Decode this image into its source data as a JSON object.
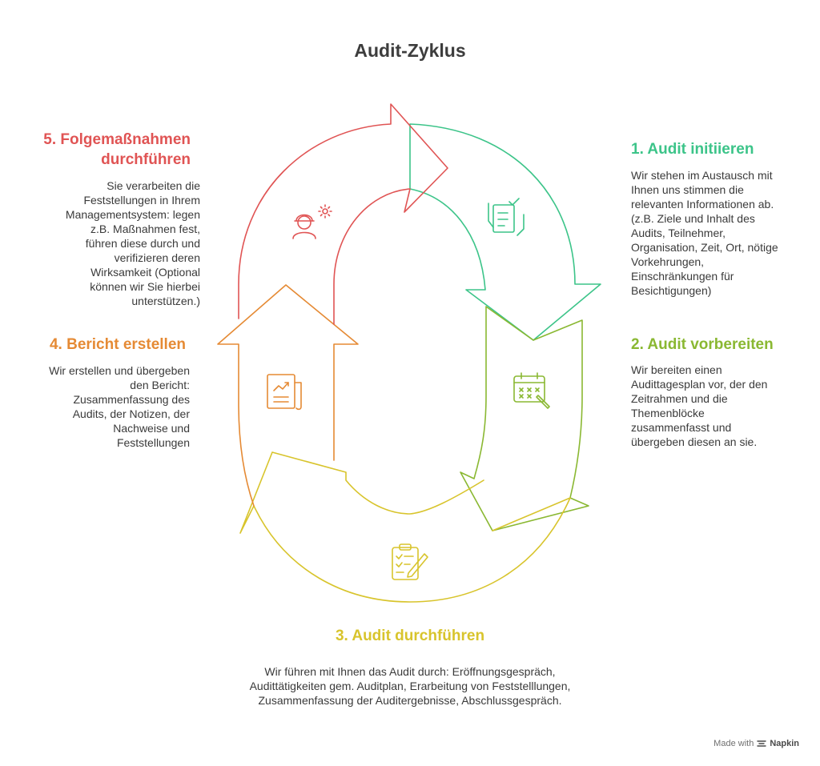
{
  "title": "Audit-Zyklus",
  "colors": {
    "step1": "#3cc489",
    "step2": "#8ab832",
    "step3": "#d8c42c",
    "step4": "#e58a34",
    "step5": "#e05454"
  },
  "steps": [
    {
      "title": "1. Audit initiieren",
      "description": "Wir stehen im Austausch mit\nIhnen uns stimmen die\nrelevanten Informationen ab.\n(z.B. Ziele und Inhalt des\nAudits, Teilnehmer,\nOrganisation, Zeit, Ort, nötige\nVorkehrungen,\nEinschränkungen für\nBesichtigungen)",
      "icon": "checklist-hands-icon"
    },
    {
      "title": "2. Audit vorbereiten",
      "description": "Wir bereiten einen\nAudittagesplan vor, der den\nZeitrahmen und die\nThemenblöcke\nzusammenfasst und\nübergeben diesen an sie.",
      "icon": "calendar-pen-icon"
    },
    {
      "title": "3. Audit durchführen",
      "description": "Wir führen mit Ihnen das Audit durch: Eröffnungsgespräch,\nAudittätigkeiten gem. Auditplan, Erarbeitung von Feststelllungen,\nZusammenfassung der Auditergebnisse, Abschlussgespräch.",
      "icon": "clipboard-pen-icon"
    },
    {
      "title": "4. Bericht erstellen",
      "description": "Wir erstellen und übergeben\nden Bericht:\nZusammenfassung des\nAudits, der Notizen, der\nNachweise und\nFeststellungen",
      "icon": "report-chart-icon"
    },
    {
      "title": "5. Folgemaßnahmen\ndurchführen",
      "description": "Sie verarbeiten die\nFeststellungen in Ihrem\nManagementsystem: legen\nz.B. Maßnahmen fest,\nführen diese durch und\nverifizieren deren\nWirksamkeit (Optional\nkönnen wir Sie hierbei\nunterstützen.)",
      "icon": "worker-gear-icon"
    }
  ],
  "footer": {
    "prefix": "Made with",
    "brand": "Napkin"
  }
}
